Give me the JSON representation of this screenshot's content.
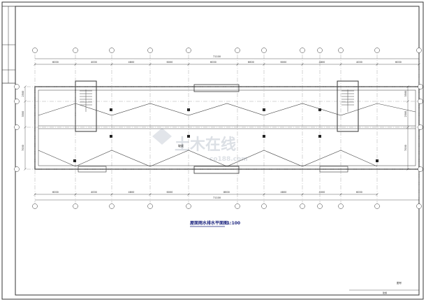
{
  "drawing": {
    "title": "屋面雨水排水平面图",
    "scale": "1:100",
    "overall_dimension": "71100",
    "top_dims": [
      "6000",
      "4000",
      "4800",
      "6000",
      "6000",
      "6600",
      "6000",
      "4800",
      "4000",
      "6000"
    ],
    "bottom_dims": [
      "6000",
      "4000",
      "4800",
      "6000",
      "8600",
      "4800",
      "4000",
      "6000"
    ],
    "left_dims": [
      "2500",
      "3500",
      "7000"
    ],
    "right_dims": [
      "3500",
      "2500",
      "7000"
    ],
    "center_note": "坡度",
    "title_block_left": "图号",
    "title_block_right": "建施"
  },
  "watermark": {
    "text": "土木在线",
    "sub": "co188.com"
  },
  "colors": {
    "line": "#333333",
    "grid": "#555555",
    "caption": "#1a237e"
  }
}
